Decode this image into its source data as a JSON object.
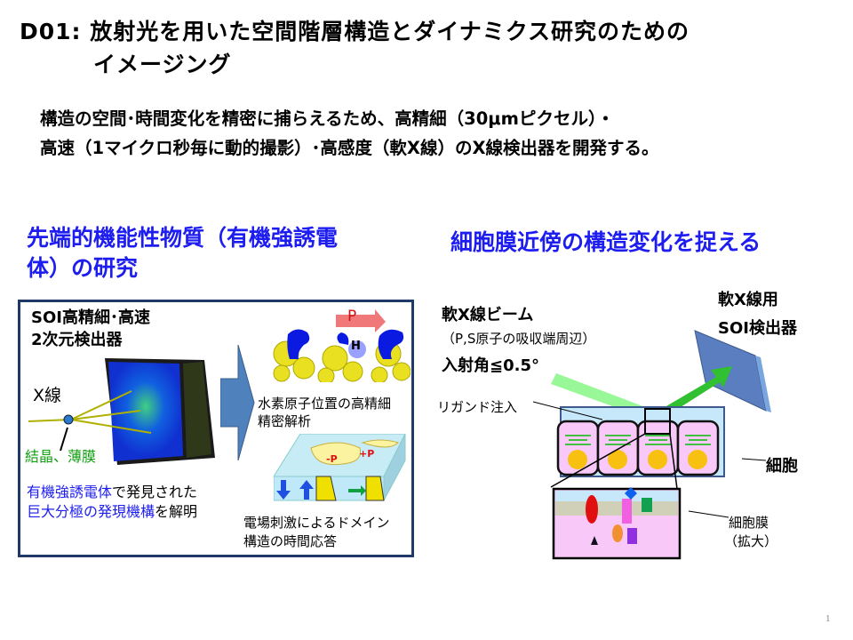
{
  "title": {
    "line1": "D01:  放射光を用いた空間階層構造とダイナミクス研究のための",
    "line2": "イメージング"
  },
  "summary": {
    "line1": "構造の空間･時間変化を精密に捕らえるため、高精細（30μmピクセル）・",
    "line2": "高速（1マイクロ秒毎に動的撮影）･高感度（軟X線）のX線検出器を開発する。"
  },
  "left_section": {
    "heading_line1": "先端的機能性物質（有機強誘電",
    "heading_line2": "体）の研究",
    "detector_label_line1": "SOI高精細･高速",
    "detector_label_line2": "2次元検出器",
    "xray_label": "X線",
    "sample_label": "結晶、薄膜",
    "p_label": "P",
    "h_label": "H",
    "hydrogen_caption_line1": "水素原子位置の高精細",
    "hydrogen_caption_line2": "精密解析",
    "minus_p": "-P",
    "plus_p": "+P",
    "domain_caption_line1": "電場刺激によるドメイン",
    "domain_caption_line2": "構造の時間応答",
    "conclusion_line1_blue": "有機強誘電体",
    "conclusion_line1_black": "で発見された",
    "conclusion_line2_blue": "巨大分極の発現機構",
    "conclusion_line2_black": "を解明"
  },
  "right_section": {
    "heading": "細胞膜近傍の構造変化を捉える",
    "beam_label": "軟X線ビーム",
    "beam_sub": "（P,S原子の吸収端周辺）",
    "angle": "入射角≦0.5°",
    "detector_line1": "軟X線用",
    "detector_line2": "SOI検出器",
    "ligand": "リガンド注入",
    "cell": "細胞",
    "membrane_line1": "細胞膜",
    "membrane_line2": "（拡大）"
  },
  "page_number": "1",
  "colors": {
    "blue_text": "#1d1df0",
    "box_border": "#1f3a68",
    "green_text": "#10a010"
  }
}
